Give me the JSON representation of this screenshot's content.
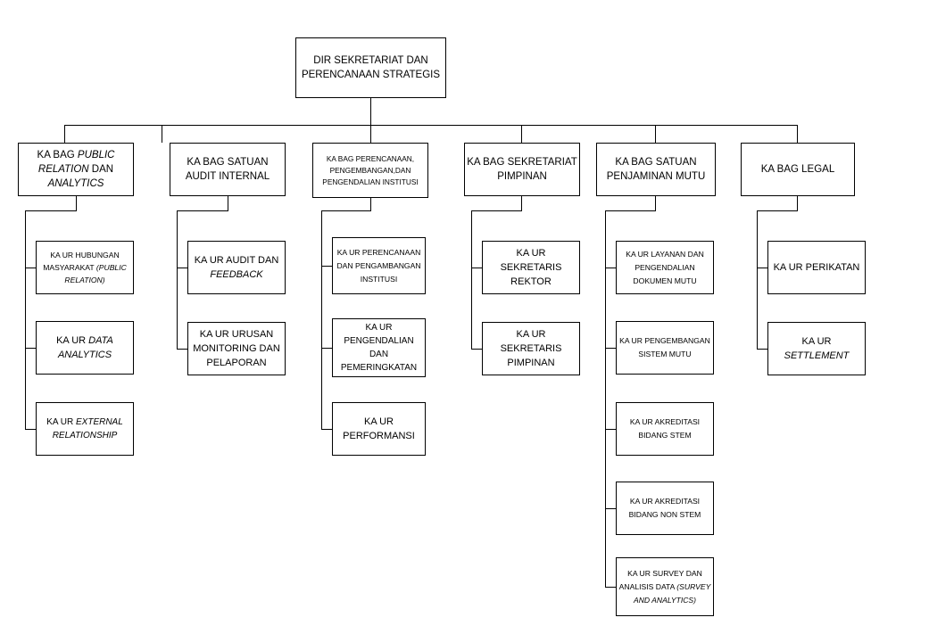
{
  "diagram": {
    "type": "organizational-chart",
    "title_node": {
      "id": "root",
      "label": "DIR SEKRETARIAT DAN PERENCANAAN STRATEGIS"
    },
    "colors": {
      "background": "#ffffff",
      "box_border": "#000000",
      "box_fill": "#ffffff",
      "connector": "#000000",
      "text": "#000000"
    },
    "columns": [
      {
        "head": {
          "id": "bag-public-relation",
          "label": "KA BAG PUBLIC RELATION DAN ANALYTICS",
          "italic_parts": [
            "PUBLIC RELATION",
            "ANALYTICS"
          ]
        },
        "children": [
          {
            "id": "ur-hubungan-masyarakat",
            "label": "KA UR HUBUNGAN MASYARAKAT (PUBLIC RELATION)",
            "italic_parts": [
              "(PUBLIC RELATION)"
            ]
          },
          {
            "id": "ur-data-analytics",
            "label": "KA UR DATA ANALYTICS",
            "italic_parts": [
              "DATA ANALYTICS"
            ]
          },
          {
            "id": "ur-external-relationship",
            "label": "KA UR EXTERNAL RELATIONSHIP",
            "italic_parts": [
              "EXTERNAL RELATIONSHIP"
            ]
          }
        ]
      },
      {
        "head": {
          "id": "bag-satuan-audit-internal",
          "label": "KA BAG SATUAN AUDIT INTERNAL",
          "italic_parts": []
        },
        "children": [
          {
            "id": "ur-audit-dan-feedback",
            "label": "KA UR AUDIT DAN FEEDBACK",
            "italic_parts": [
              "FEEDBACK"
            ]
          },
          {
            "id": "ur-urusan-monitoring-dan-pelaporan",
            "label": "KA UR URUSAN MONITORING DAN PELAPORAN",
            "italic_parts": []
          }
        ]
      },
      {
        "head": {
          "id": "bag-perencanaan-pengembangan-pengendalian-institusi",
          "label": "KA BAG PERENCANAAN, PENGEMBANGAN,DAN PENGENDALIAN INSTITUSI",
          "italic_parts": []
        },
        "children": [
          {
            "id": "ur-perencanaan-dan-pengambangan-institusi",
            "label": "KA UR PERENCANAAN DAN PENGAMBANGAN INSTITUSI",
            "italic_parts": []
          },
          {
            "id": "ur-pengendalian-dan-pemeringkatan",
            "label": "KA UR PENGENDALIAN DAN PEMERINGKATAN",
            "italic_parts": []
          },
          {
            "id": "ur-performansi",
            "label": "KA UR PERFORMANSI",
            "italic_parts": []
          }
        ]
      },
      {
        "head": {
          "id": "bag-sekretariat-pimpinan",
          "label": "KA BAG SEKRETARIAT PIMPINAN",
          "italic_parts": []
        },
        "children": [
          {
            "id": "ur-sekretaris-rektor",
            "label": "KA UR SEKRETARIS REKTOR",
            "italic_parts": []
          },
          {
            "id": "ur-sekretaris-pimpinan",
            "label": "KA UR SEKRETARIS PIMPINAN",
            "italic_parts": []
          }
        ]
      },
      {
        "head": {
          "id": "bag-satuan-penjaminan-mutu",
          "label": "KA BAG SATUAN PENJAMINAN MUTU",
          "italic_parts": []
        },
        "children": [
          {
            "id": "ur-layanan-dan-pengendalian-dokumen-mutu",
            "label": "KA UR LAYANAN DAN PENGENDALIAN DOKUMEN MUTU",
            "italic_parts": []
          },
          {
            "id": "ur-pengembangan-sistem-mutu",
            "label": "KA UR PENGEMBANGAN SISTEM MUTU",
            "italic_parts": []
          },
          {
            "id": "ur-akreditasi-bidang-stem",
            "label": "KA UR AKREDITASI BIDANG STEM",
            "italic_parts": []
          },
          {
            "id": "ur-akreditasi-bidang-non-stem",
            "label": "KA UR AKREDITASI BIDANG NON STEM",
            "italic_parts": []
          },
          {
            "id": "ur-survey-dan-analisis-data",
            "label": "KA UR SURVEY DAN ANALISIS DATA (SURVEY AND ANALYTICS)",
            "italic_parts": [
              "(SURVEY AND ANALYTICS)"
            ]
          }
        ]
      },
      {
        "head": {
          "id": "bag-legal",
          "label": "KA BAG LEGAL",
          "italic_parts": []
        },
        "children": [
          {
            "id": "ur-perikatan",
            "label": "KA UR PERIKATAN",
            "italic_parts": []
          },
          {
            "id": "ur-settlement",
            "label": "KA UR SETTLEMENT",
            "italic_parts": [
              "SETTLEMENT"
            ]
          }
        ]
      }
    ]
  }
}
